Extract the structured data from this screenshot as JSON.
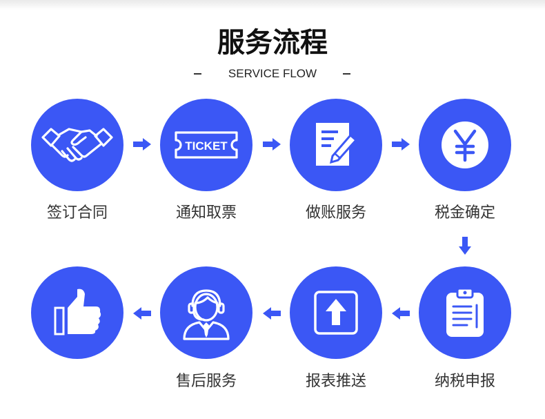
{
  "header": {
    "title": "服务流程",
    "subtitle": "SERVICE FLOW"
  },
  "colors": {
    "accent": "#3b57f5",
    "arrow": "#3b57f5",
    "label_text": "#333333",
    "title_text": "#111111"
  },
  "steps": [
    {
      "label": "签订合同",
      "icon": "handshake-icon"
    },
    {
      "label": "通知取票",
      "icon": "ticket-icon"
    },
    {
      "label": "做账服务",
      "icon": "document-pen-icon"
    },
    {
      "label": "税金确定",
      "icon": "yuan-coin-icon"
    },
    {
      "label": "纳税申报",
      "icon": "clipboard-icon"
    },
    {
      "label": "报表推送",
      "icon": "upload-arrow-icon"
    },
    {
      "label": "售后服务",
      "icon": "customer-service-icon"
    },
    {
      "label": "",
      "icon": "thumbs-up-icon"
    }
  ],
  "icons": {
    "ticket_text": "TICKET",
    "yuan_symbol": "¥"
  }
}
